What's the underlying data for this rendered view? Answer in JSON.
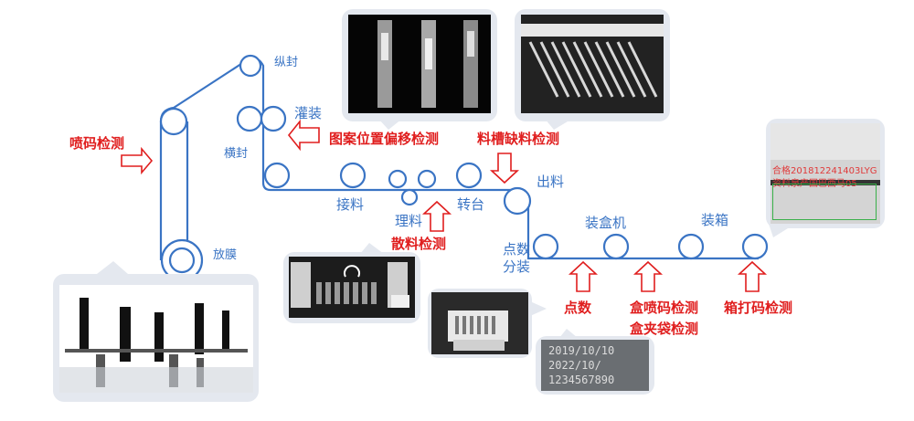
{
  "diagram": {
    "process_labels": {
      "longitudinal_seal": "纵封",
      "filling": "灌装",
      "transverse_seal": "横封",
      "film_unwind": "放膜",
      "splice": "接料",
      "arrange": "理料",
      "turntable": "转台",
      "discharge": "出料",
      "count_split_line1": "点数",
      "count_split_line2": "分装",
      "cartoner": "装盒机",
      "case_packer": "装箱"
    },
    "inspection_labels": {
      "inkjet_check": "喷码检测",
      "pattern_offset": "图案位置偏移检测",
      "missing_material": "料槽缺料检测",
      "loose_material": "散料检测",
      "counting": "点数",
      "box_inkjet": "盒喷码检测",
      "box_clip_bag": "盒夹袋检测",
      "case_print": "箱打码检测"
    },
    "photo_text": {
      "case_label_line1": "合格201812241403LYG",
      "case_label_line2": "资料泉产国巴西马05",
      "ocr_line1": "2019/10/10",
      "ocr_line2": "2022/10/",
      "ocr_line3": "1234567890"
    },
    "colors": {
      "belt": "#3a74c4",
      "inspection_text": "#e01e1e",
      "arrow_stroke": "#e01e1e",
      "bubble_bg": "#e4e8ef"
    }
  }
}
